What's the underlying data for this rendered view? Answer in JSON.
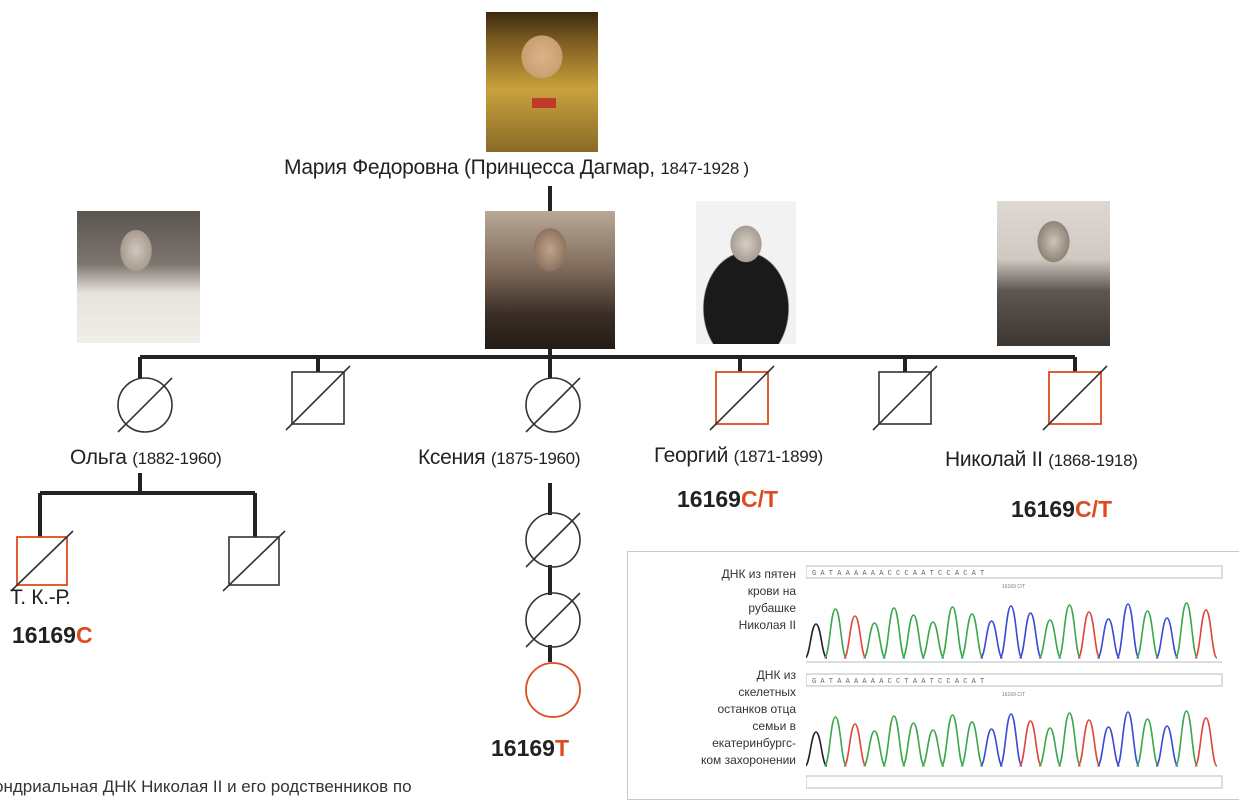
{
  "root": {
    "name": "Мария Федоровна (Принцесса Дагмар,",
    "years": "1847-1928 )"
  },
  "children": [
    {
      "name": "Ольга",
      "years": "(1882-1960)"
    },
    {
      "name": "Ксения",
      "years": "(1875-1960)"
    },
    {
      "name": "Георгий",
      "years": "(1871-1899)"
    },
    {
      "name": "Николай  II",
      "years": "(1868-1918)"
    }
  ],
  "haplotypes": {
    "georgy": {
      "pos": "16169",
      "allele": "C/T"
    },
    "nikolai": {
      "pos": "16169",
      "allele": "C/T"
    },
    "tkr": {
      "label": "Т. К.-Р.",
      "pos": "16169",
      "allele": "C"
    },
    "ksenia_line": {
      "pos": "16169",
      "allele": "T"
    }
  },
  "dna_panel": {
    "label_top": [
      "ДНК из пятен",
      "крови на",
      "рубашке",
      "Николая II"
    ],
    "label_bottom": [
      "ДНК из",
      "скелетных",
      "останков отца",
      "семьи в",
      "екатеринбургс-",
      "ком захоронении"
    ],
    "sequence_top": "G A T A A A A A A C C C A A T C C A C A T",
    "sequence_bottom": "G A T A A A A A A C C T A A T C C A C A T",
    "marker_top": "16169 C/T",
    "marker_bottom": "16169 C/T"
  },
  "footer_text": "ондриальная ДНК Николая II и его родственников по",
  "colors": {
    "accent": "#e04a1f",
    "line": "#222222"
  }
}
